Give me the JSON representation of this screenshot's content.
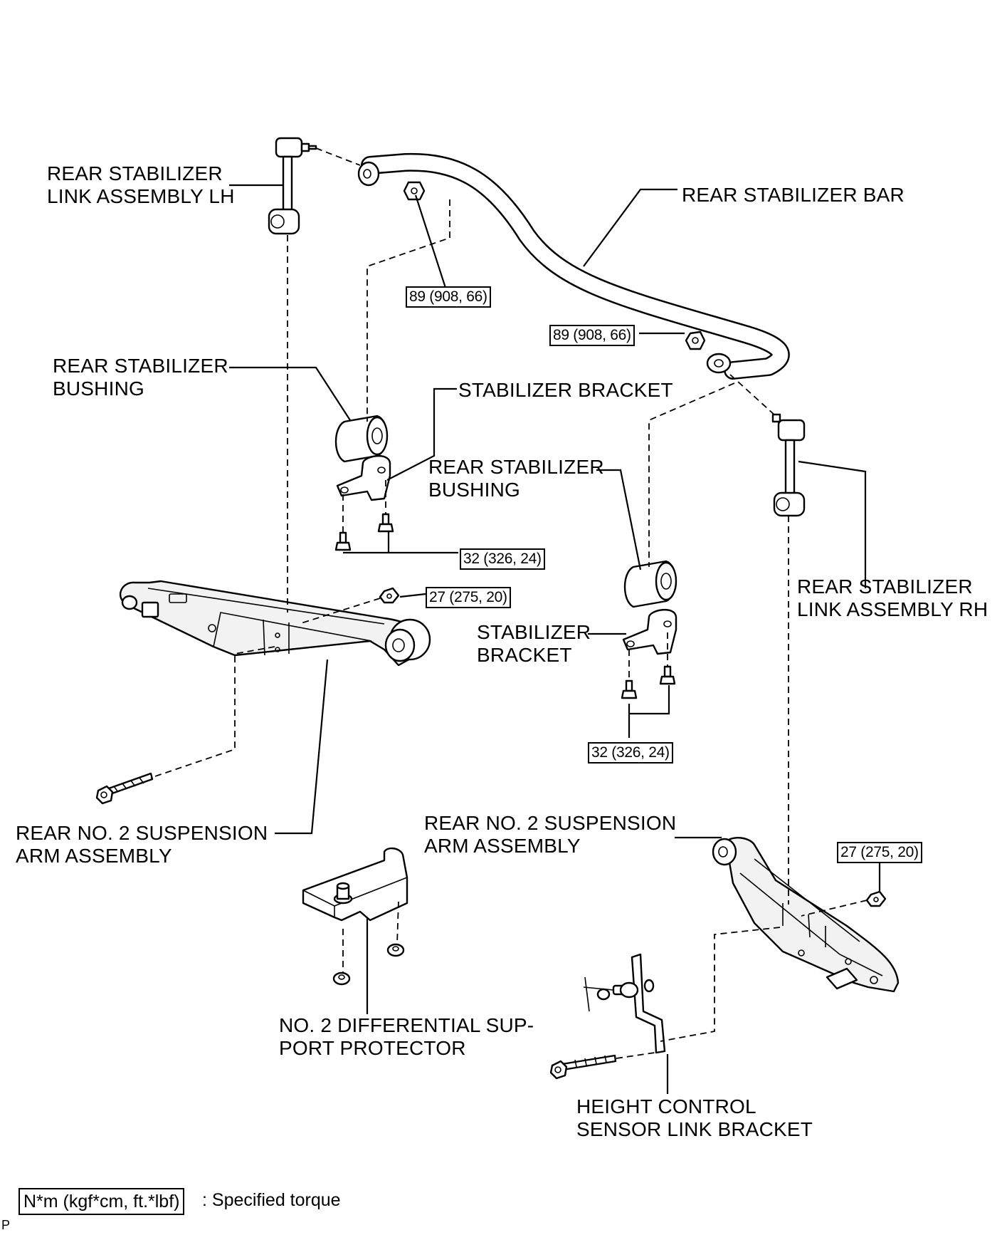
{
  "labels": {
    "link_lh_line1": "REAR STABILIZER",
    "link_lh_line2": "LINK ASSEMBLY LH",
    "bar": "REAR STABILIZER BAR",
    "bushing_left_line1": "REAR STABILIZER",
    "bushing_left_line2": "BUSHING",
    "bracket_left": "STABILIZER BRACKET",
    "bushing_right_line1": "REAR STABILIZER",
    "bushing_right_line2": "BUSHING",
    "link_rh_line1": "REAR STABILIZER",
    "link_rh_line2": "LINK ASSEMBLY RH",
    "bracket_right_line1": "STABILIZER",
    "bracket_right_line2": "BRACKET",
    "arm_left_line1": "REAR NO. 2  SUSPENSION",
    "arm_left_line2": "ARM ASSEMBLY",
    "arm_right_line1": "REAR NO. 2  SUSPENSION",
    "arm_right_line2": "ARM ASSEMBLY",
    "protector_line1": "NO. 2 DIFFERENTIAL SUP-",
    "protector_line2": "PORT PROTECTOR",
    "sensor_line1": "HEIGHT CONTROL",
    "sensor_line2": "SENSOR LINK BRACKET"
  },
  "torques": {
    "bar_left_nut": "89 (908, 66)",
    "bar_right_nut": "89 (908, 66)",
    "bracket_left_bolts": "32 (326, 24)",
    "bracket_right_bolts": "32 (326, 24)",
    "arm_left_nut": "27 (275, 20)",
    "arm_right_nut": "27 (275, 20)"
  },
  "legend": {
    "unit_box": "N*m (kgf*cm, ft.*lbf)",
    "description": ": Specified torque"
  },
  "corner_mark": "P"
}
